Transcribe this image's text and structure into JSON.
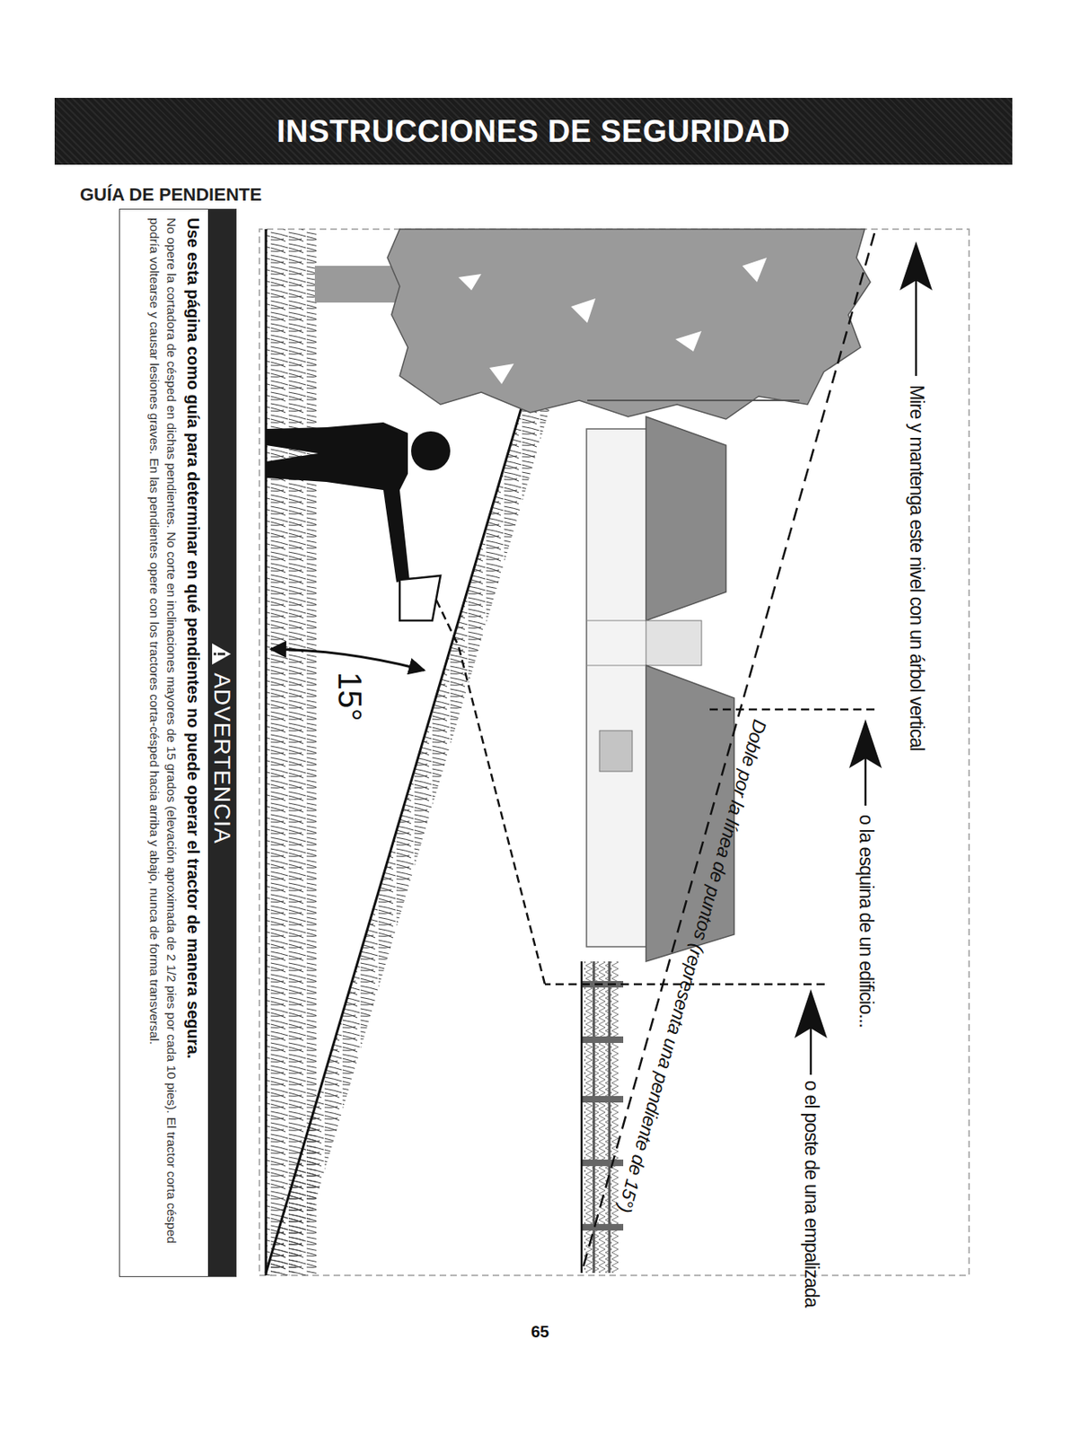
{
  "diagram": {
    "title": "INSTRUCCIONES DE SEGURIDAD",
    "nodes": [
      {
        "text": [
          "ADVERTENCIA",
          "Use esta página como guía para determinar en qué pendientes no puede operar el tractor de manera segura.",
          "No opere la cortadora de césped en dichas pendientes. No corte en inclinaciones mayores de 15 grados (elevación aproximada de 2 1/2 pies por cada 10 pies). El tractor corta césped podría voltearse y causar lesiones graves. En las pendientes opere con los tractores corta-césped hacia arriba y abajo, nunca de forma transversal."
        ]
      }
    ],
    "labels": [
      "GUÍA DE PENDIENTE",
      "Mire y mantenga este nivel con un árbol vertical",
      "o la esquina de un edificio...",
      "o el poste de una empalizada",
      "Doble por la línea de puntos (representa una pendiente de 15°)",
      "15°",
      "65"
    ]
  }
}
